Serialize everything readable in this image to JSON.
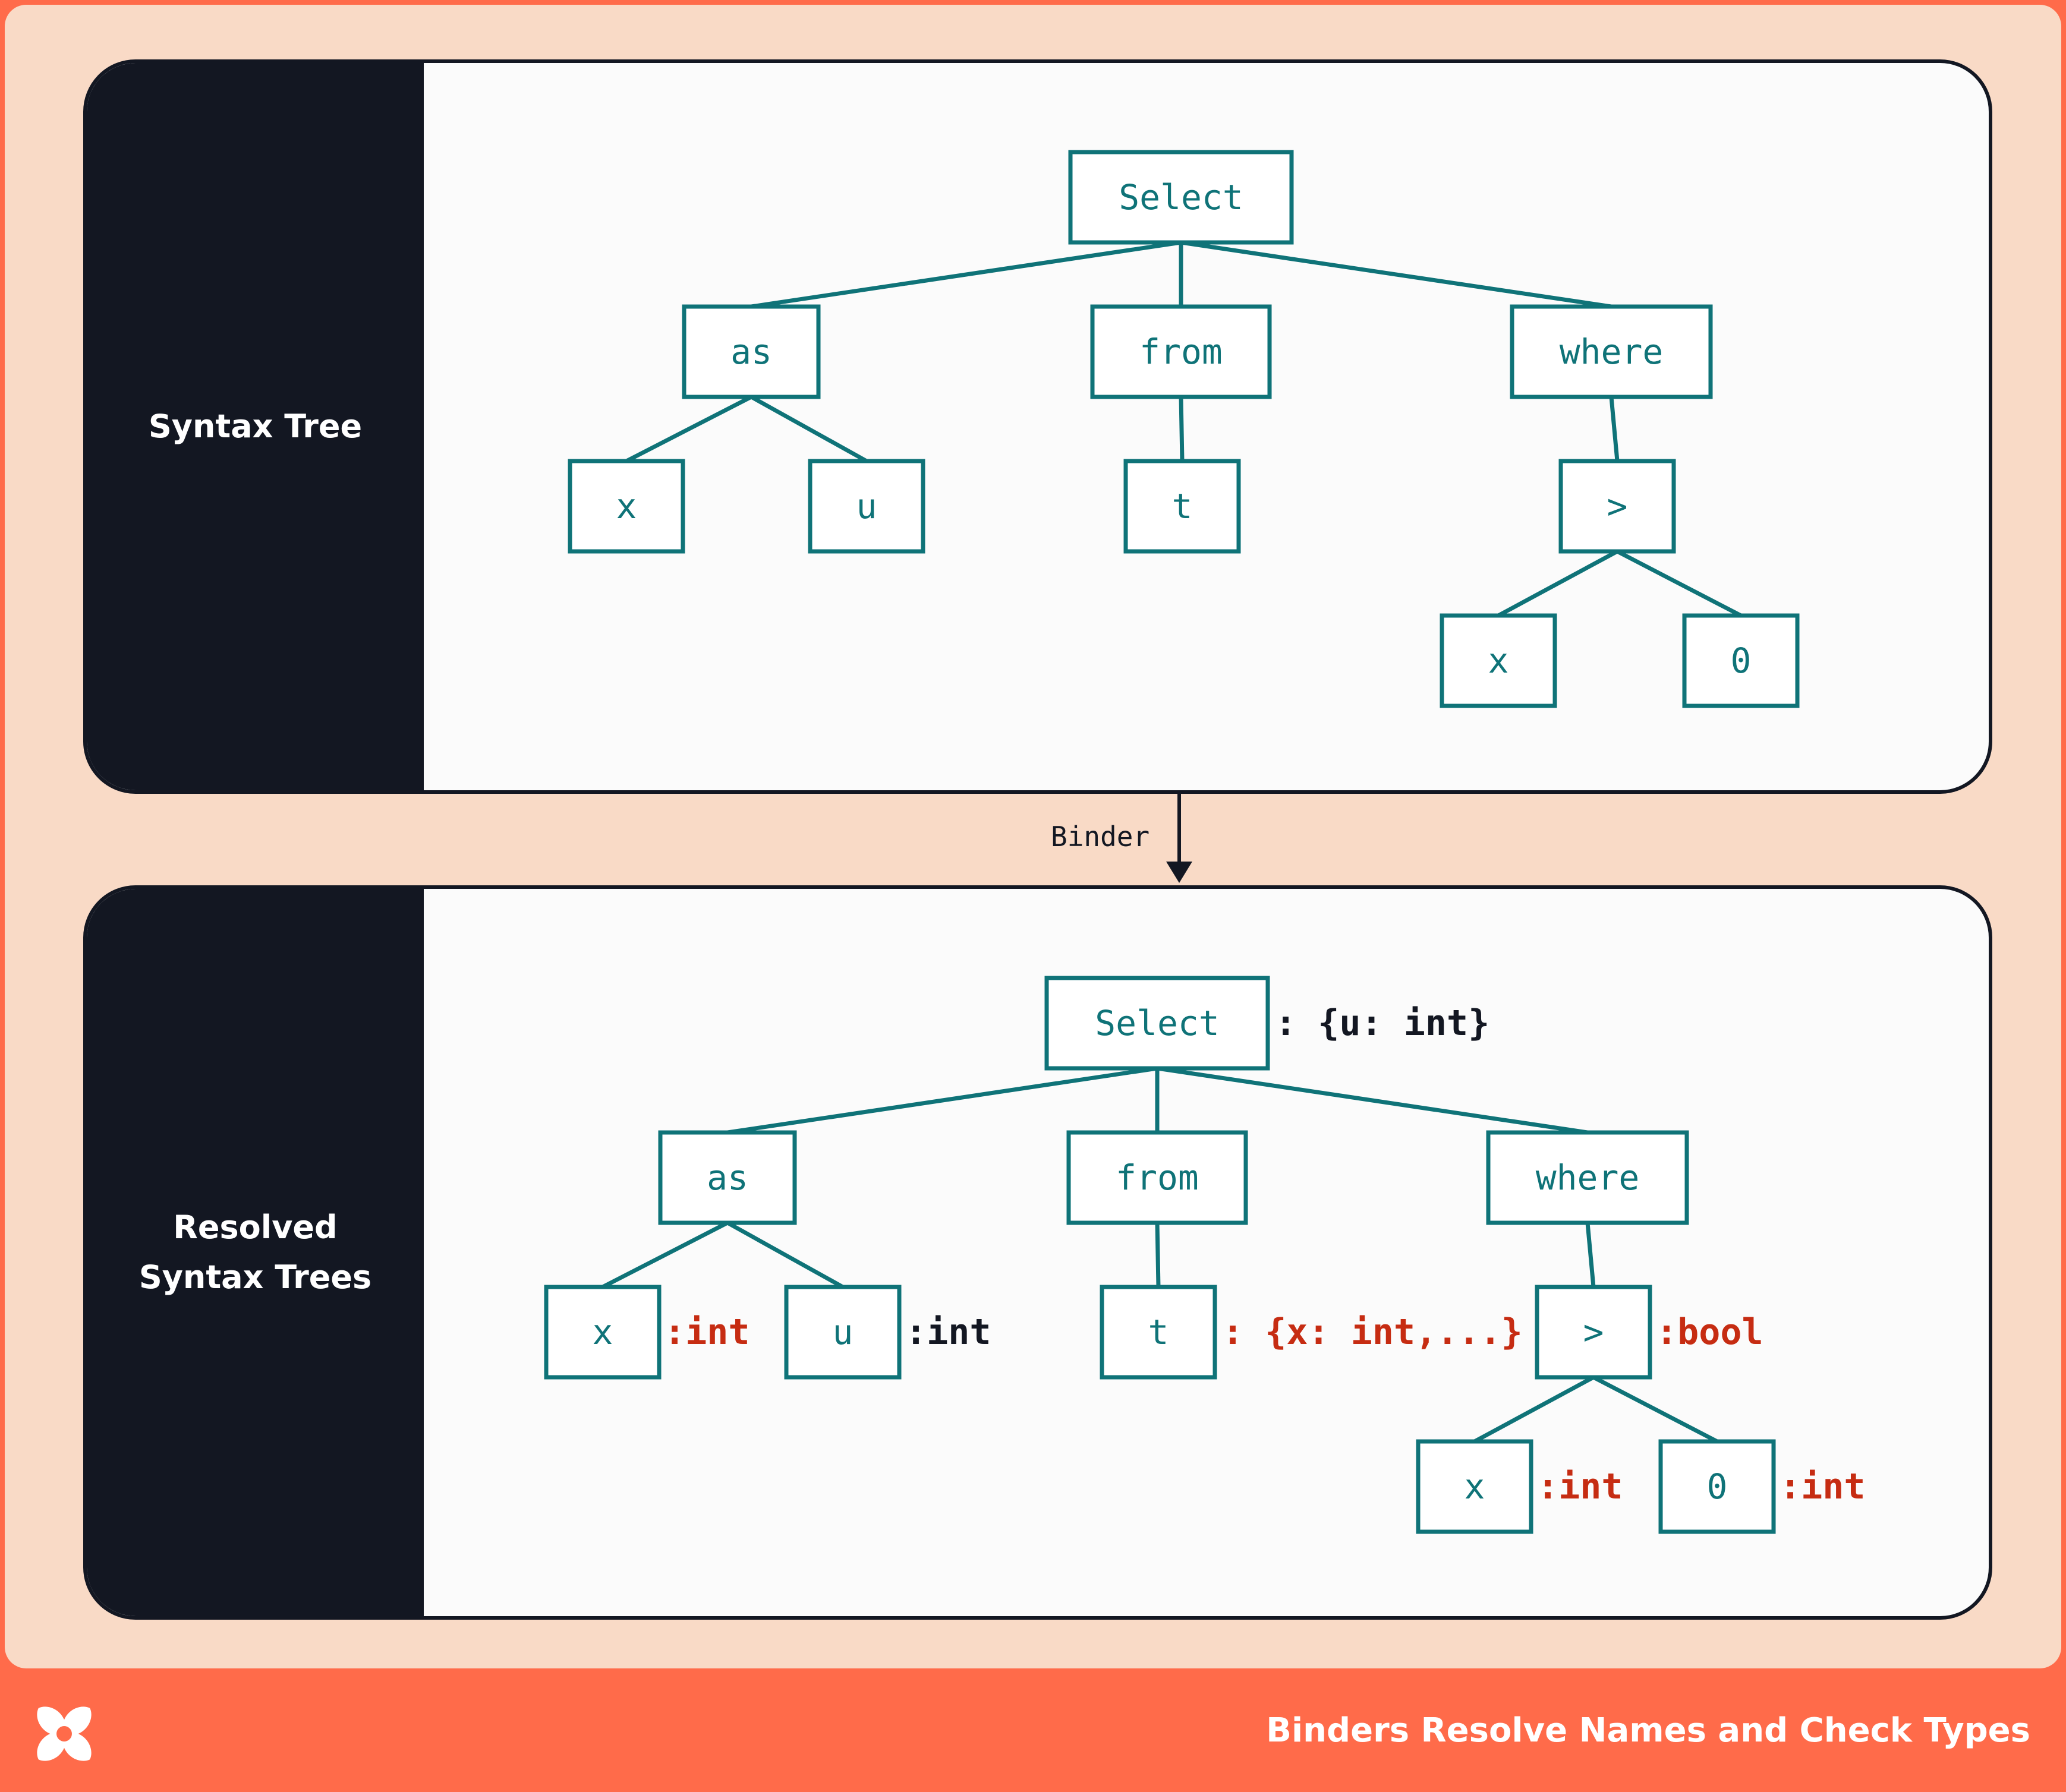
{
  "footer": {
    "title": "Binders Resolve Names and Check Types",
    "logo_icon": "brand-x-icon"
  },
  "colors": {
    "teal": "#0f7378",
    "dark": "#131722",
    "red": "#c62c12",
    "peach": "#f9dac6",
    "orange": "#ff6b4a"
  },
  "top_panel": {
    "label": "Syntax Tree"
  },
  "bottom_panel": {
    "label_line1": "Resolved",
    "label_line2": "Syntax Trees"
  },
  "arrow": {
    "label": "Binder"
  },
  "tree": {
    "nodes": [
      {
        "id": "select",
        "label": "Select"
      },
      {
        "id": "as",
        "label": "as"
      },
      {
        "id": "from",
        "label": "from"
      },
      {
        "id": "where",
        "label": "where"
      },
      {
        "id": "as-x",
        "label": "x"
      },
      {
        "id": "as-u",
        "label": "u"
      },
      {
        "id": "from-t",
        "label": "t"
      },
      {
        "id": "gt",
        "label": ">"
      },
      {
        "id": "gt-x",
        "label": "x"
      },
      {
        "id": "gt-0",
        "label": "0"
      }
    ],
    "edges": [
      [
        "select",
        "as"
      ],
      [
        "select",
        "from"
      ],
      [
        "select",
        "where"
      ],
      [
        "as",
        "as-x"
      ],
      [
        "as",
        "as-u"
      ],
      [
        "from",
        "from-t"
      ],
      [
        "where",
        "gt"
      ],
      [
        "gt",
        "gt-x"
      ],
      [
        "gt",
        "gt-0"
      ]
    ]
  },
  "annotations": [
    {
      "node": "select",
      "text": ": {u: int}",
      "color": "#131722"
    },
    {
      "node": "as-x",
      "text": ":int",
      "color": "#c62c12"
    },
    {
      "node": "as-u",
      "text": ":int",
      "color": "#131722"
    },
    {
      "node": "from-t",
      "text": ": {x: int,...}",
      "color": "#c62c12"
    },
    {
      "node": "gt",
      "text": ":bool",
      "color": "#c62c12"
    },
    {
      "node": "gt-x",
      "text": ":int",
      "color": "#c62c12"
    },
    {
      "node": "gt-0",
      "text": ":int",
      "color": "#c62c12"
    }
  ]
}
